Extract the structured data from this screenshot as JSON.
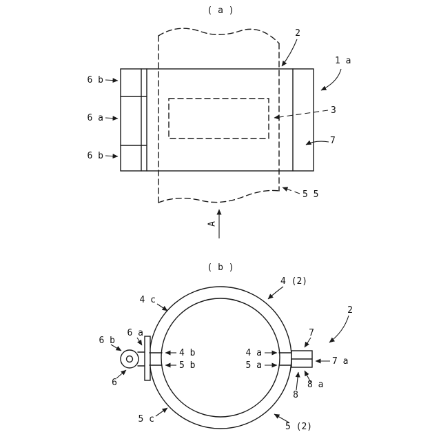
{
  "colors": {
    "line": "#1a1a1a",
    "background": "#ffffff"
  },
  "figure_a": {
    "caption": "( a )",
    "labels": {
      "l6b_top": "6 b",
      "l6a": "6 a",
      "l6b_bottom": "6 b",
      "l2": "2",
      "l1a": "1 a",
      "l3": "3",
      "l7": "7",
      "l55": "5 5",
      "section_arrow": "A"
    }
  },
  "figure_b": {
    "caption": "( b )",
    "labels": {
      "l4_2": "4 (2)",
      "l4c": "4 c",
      "l2": "2",
      "l6a": "6 a",
      "l6b": "6 b",
      "l7": "7",
      "l4b": "4 b",
      "l5b": "5 b",
      "l4a": "4 a",
      "l5a": "5 a",
      "l7a": "7 a",
      "l8a": "8 a",
      "l8": "8",
      "l6": "6",
      "l5c": "5 c",
      "l5_2": "5 (2)"
    }
  }
}
